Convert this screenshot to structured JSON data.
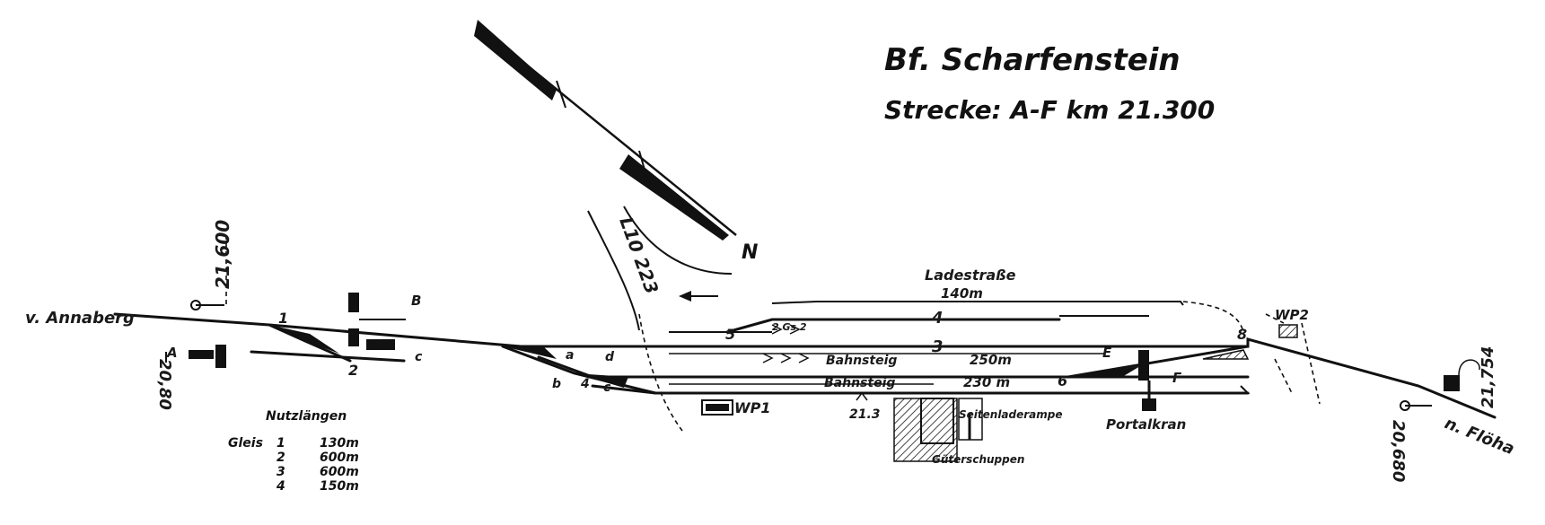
{
  "title": {
    "line1": "Bf. Scharfenstein",
    "line2": "Strecke: A-F km 21.300"
  },
  "north": "N",
  "road_label": "L10 223",
  "ladestrasse": {
    "label": "Ladestraße",
    "length": "140m"
  },
  "directions": {
    "west": "v. Annaberg",
    "east": "n. Flöha"
  },
  "km_marks": {
    "left_top": "21,600",
    "left_bottom": "20,80",
    "right_top": "21,754",
    "right_bottom": "20,680"
  },
  "track_numbers": [
    "1",
    "2",
    "3",
    "4",
    "6",
    "8",
    "5"
  ],
  "switch_labels": [
    "a",
    "b",
    "c",
    "d",
    "c",
    "A",
    "B",
    "E",
    "F",
    "4"
  ],
  "platforms": [
    {
      "label": "Bahnsteig",
      "length": "250m"
    },
    {
      "label": "Bahnsteig",
      "length": "230 m"
    }
  ],
  "buildings": {
    "wp1": "WP1",
    "wp2": "WP2",
    "rampe": "Seitenladerampe",
    "schuppen": "Güterschuppen",
    "kran": "Portalkran",
    "km_station": "21.3",
    "small": "2 Gs 2"
  },
  "nutzlaengen": {
    "heading": "Nutzlängen",
    "prefix": "Gleis",
    "rows": [
      {
        "gleis": "1",
        "laenge": "130m"
      },
      {
        "gleis": "2",
        "laenge": "600m"
      },
      {
        "gleis": "3",
        "laenge": "600m"
      },
      {
        "gleis": "4",
        "laenge": "150m"
      }
    ]
  }
}
